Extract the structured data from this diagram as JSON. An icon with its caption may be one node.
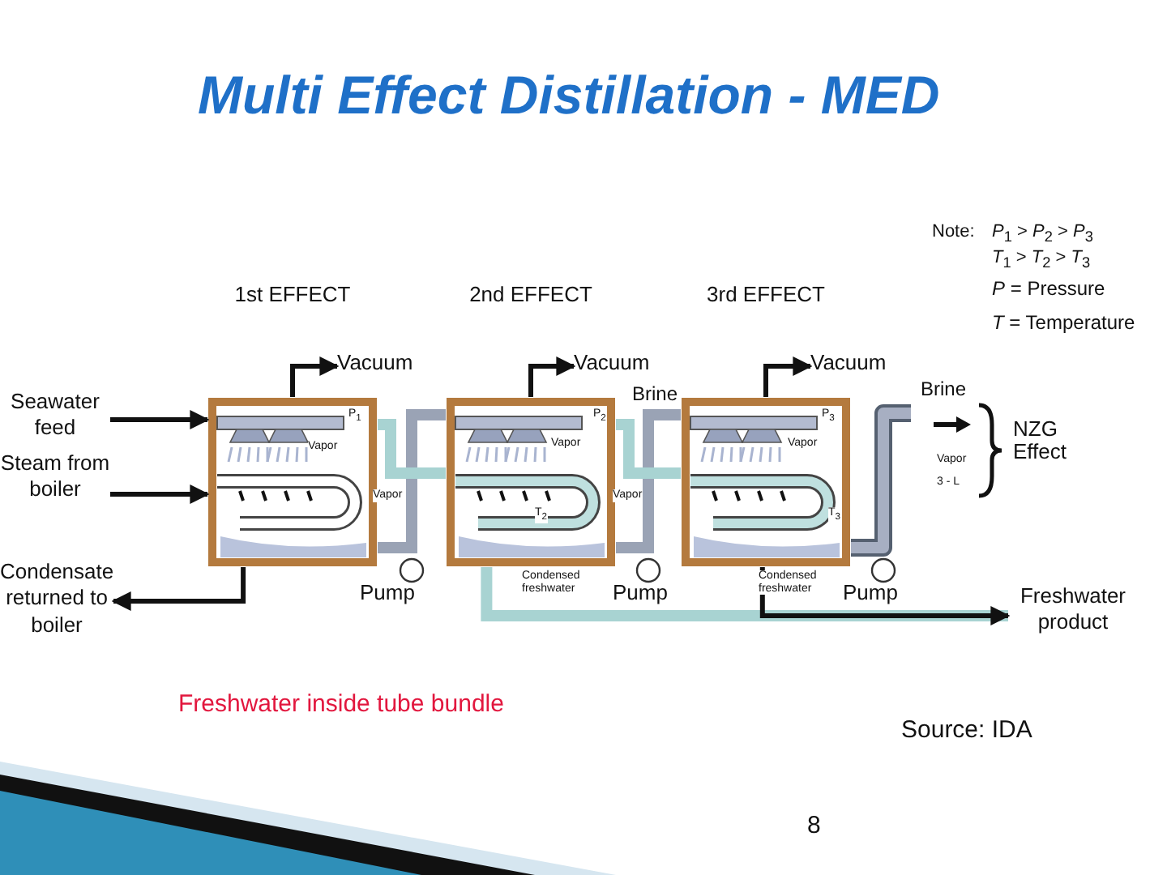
{
  "diagram": {
    "title": "Multi Effect Distillation - MED",
    "caption": "Freshwater inside tube bundle",
    "nodes": [
      {
        "text": [
          "1st EFFECT"
        ]
      },
      {
        "text": [
          "2nd EFFECT"
        ]
      },
      {
        "text": [
          "3rd EFFECT"
        ]
      },
      {
        "text": [
          "Seawater feed"
        ]
      },
      {
        "text": [
          "Steam from boiler"
        ]
      },
      {
        "text": [
          "Condensate returned to boiler"
        ]
      },
      {
        "text": [
          "Vacuum"
        ]
      },
      {
        "text": [
          "Vacuum"
        ]
      },
      {
        "text": [
          "Vacuum"
        ]
      },
      {
        "text": [
          "Freshwater product"
        ]
      }
    ],
    "edges": [
      {
        "from": 3,
        "to": 0,
        "arrow": "to"
      },
      {
        "from": 4,
        "to": 0,
        "arrow": "to"
      },
      {
        "from": 0,
        "to": 5,
        "arrow": "to"
      },
      {
        "from": 0,
        "to": 6,
        "arrow": "to"
      },
      {
        "from": 1,
        "to": 7,
        "arrow": "to"
      },
      {
        "from": 2,
        "to": 8,
        "arrow": "to"
      },
      {
        "from": 0,
        "to": 1,
        "arrow": "none",
        "style": "thick",
        "color": "#9aa3b5"
      },
      {
        "from": 1,
        "to": 2,
        "arrow": "none",
        "style": "thick",
        "color": "#9aa3b5"
      },
      {
        "from": 2,
        "to": 9,
        "arrow": "to"
      },
      {
        "from": 0,
        "to": 1,
        "arrow": "none",
        "style": "thick",
        "color": "#a8d3d2"
      },
      {
        "from": 1,
        "to": 2,
        "arrow": "none",
        "style": "thick",
        "color": "#a8d3d2"
      },
      {
        "from": 1,
        "to": 9,
        "arrow": "none",
        "style": "thick",
        "color": "#a8d3d2"
      }
    ],
    "labels": [
      "Note:",
      "*P*$_{1}$ > *P*$_{2}$ > *P*$_{3}$",
      "*T*$_{1}$ > *T*$_{2}$ > *T*$_{3}$",
      "*P* = Pressure",
      "*T* = Temperature",
      "P$_{1}$",
      "Vapor",
      "Vapor",
      "Pump",
      "Brine",
      "P$_{2}$",
      "Vapor",
      "T$_{2}$",
      "Condensed freshwater",
      "Vapor",
      "Pump",
      "P$_{3}$",
      "Vapor",
      "T$_{3}$",
      "Condensed freshwater",
      "Pump",
      "Brine",
      "Vapor",
      "3 - L",
      "NZG Effect",
      "Source: IDA",
      "8"
    ]
  }
}
